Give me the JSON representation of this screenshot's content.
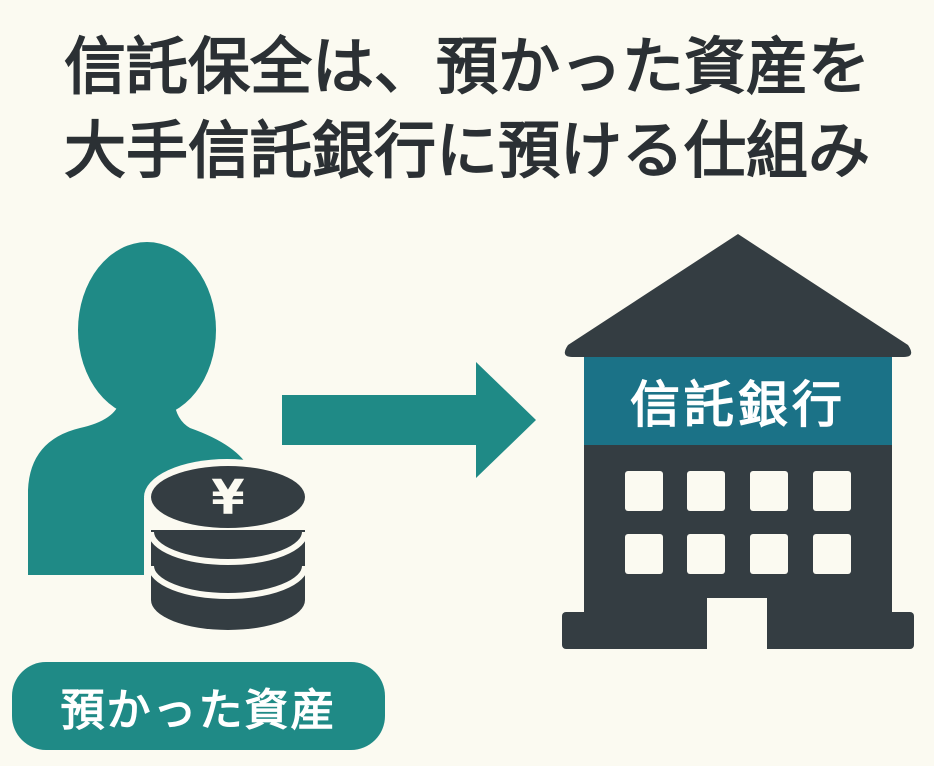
{
  "title": {
    "line1": "信託保全は、預かった資産を",
    "line2": "大手信託銀行に預ける仕組み"
  },
  "bank": {
    "label": "信託銀行"
  },
  "assets": {
    "label": "預かった資産",
    "coin_symbol": "¥"
  },
  "colors": {
    "background": "#fbfaf1",
    "teal": "#1f8a86",
    "sign": "#1b7287",
    "dark": "#343d42"
  }
}
